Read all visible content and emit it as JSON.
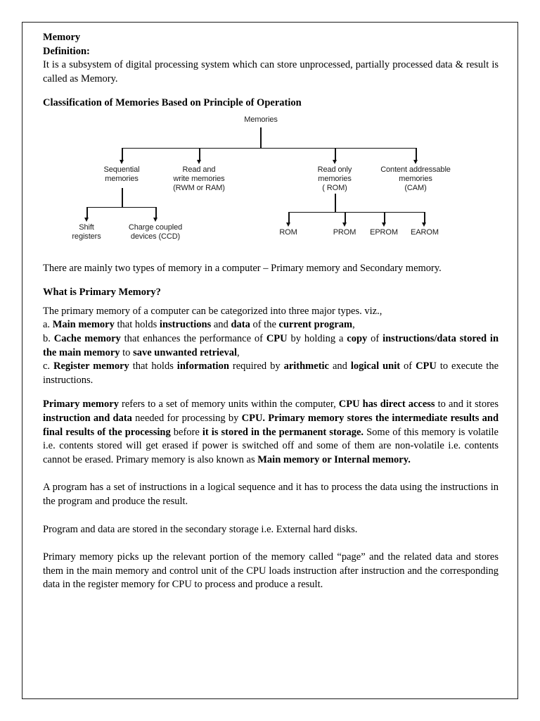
{
  "document": {
    "title": "Memory",
    "definition_heading": "Definition:",
    "definition_text": "It is a subsystem of digital processing system which can store unprocessed, partially processed data & result is called as Memory.",
    "classification_heading": "Classification of Memories Based on Principle of Operation",
    "intro_two_types": "There are mainly two types of memory in a computer – Primary memory and Secondary memory.",
    "primary_memory_heading": "What is Primary Memory?",
    "primary_intro": "The primary memory of a computer can be categorized into three major types. viz.,",
    "list": {
      "a": {
        "marker": "a.",
        "r1": "Main memory",
        "r2": " that holds ",
        "r3": "instructions",
        "r4": " and ",
        "r5": "data",
        "r6": " of the ",
        "r7": "current program",
        "r8": ","
      },
      "b": {
        "marker": "b.",
        "r1": "Cache memory",
        "r2": " that enhances the performance of ",
        "r3": "CPU",
        "r4": " by holding a ",
        "r5": "copy",
        "r6": " of ",
        "r7": "instructions/data stored in the main memory",
        "r8": " to ",
        "r9": "save unwanted retrieval",
        "r10": ","
      },
      "c": {
        "marker": "c.",
        "r1": "Register memory",
        "r2": " that holds ",
        "r3": "information",
        "r4": " required by ",
        "r5": "arithmetic",
        "r6": " and ",
        "r7": "logical unit",
        "r8": " of ",
        "r9": "CPU",
        "r10": " to execute the instructions."
      }
    },
    "primary_paragraph": {
      "r1": "Primary memory",
      "r2": " refers to a set of memory units within the computer, ",
      "r3": "CPU has direct access",
      "r4": " to and it stores ",
      "r5": "instruction and data",
      "r6": " needed for processing by ",
      "r7": "CPU. Primary memory stores the intermediate results and final results of the processing",
      "r8": " before ",
      "r9": "it is stored in the permanent storage.",
      "r10": "  Some of this memory is volatile i.e. contents stored will get erased if power is switched off and some of them are non-volatile i.e. contents cannot be erased. Primary memory is also known as ",
      "r11": "Main memory or Internal memory."
    },
    "para_program": "A program has a set of instructions in a logical sequence and it has to process the data using the instructions in the program and produce the result.",
    "para_secondary": "Program and data are stored in the secondary storage i.e. External hard disks.",
    "para_page": "Primary memory picks up the relevant portion of the memory called “page” and the related data and stores them in the main memory and control unit of the CPU loads instruction after instruction and the corresponding data in the register memory for CPU to process and produce a result."
  },
  "chart_data": {
    "type": "diagram",
    "title": "Classification of Memories Based on Principle of Operation",
    "root": "Memories",
    "nodes": {
      "root": "Memories",
      "sequential_l1": "Sequential",
      "sequential_l2": "memories",
      "rwm_l1": "Read and",
      "rwm_l2": "write memories",
      "rwm_l3": "(RWM or RAM)",
      "rom_l1": "Read only",
      "rom_l2": "memories",
      "rom_l3": "( ROM)",
      "cam_l1": "Content addressable",
      "cam_l2": "memories",
      "cam_l3": "(CAM)",
      "shift_l1": "Shift",
      "shift_l2": "registers",
      "ccd_l1": "Charge coupled",
      "ccd_l2": "devices (CCD)",
      "rom_leaf": "ROM",
      "prom_leaf": "PROM",
      "eprom_leaf": "EPROM",
      "earom_leaf": "EAROM"
    },
    "edges": [
      [
        "Memories",
        "Sequential memories"
      ],
      [
        "Memories",
        "Read and write memories (RWM or RAM)"
      ],
      [
        "Memories",
        "Read only memories ( ROM)"
      ],
      [
        "Memories",
        "Content addressable memories (CAM)"
      ],
      [
        "Sequential memories",
        "Shift registers"
      ],
      [
        "Sequential memories",
        "Charge coupled devices (CCD)"
      ],
      [
        "Read only memories ( ROM)",
        "ROM"
      ],
      [
        "Read only memories ( ROM)",
        "PROM"
      ],
      [
        "Read only memories ( ROM)",
        "EPROM"
      ],
      [
        "Read only memories ( ROM)",
        "EAROM"
      ]
    ]
  }
}
